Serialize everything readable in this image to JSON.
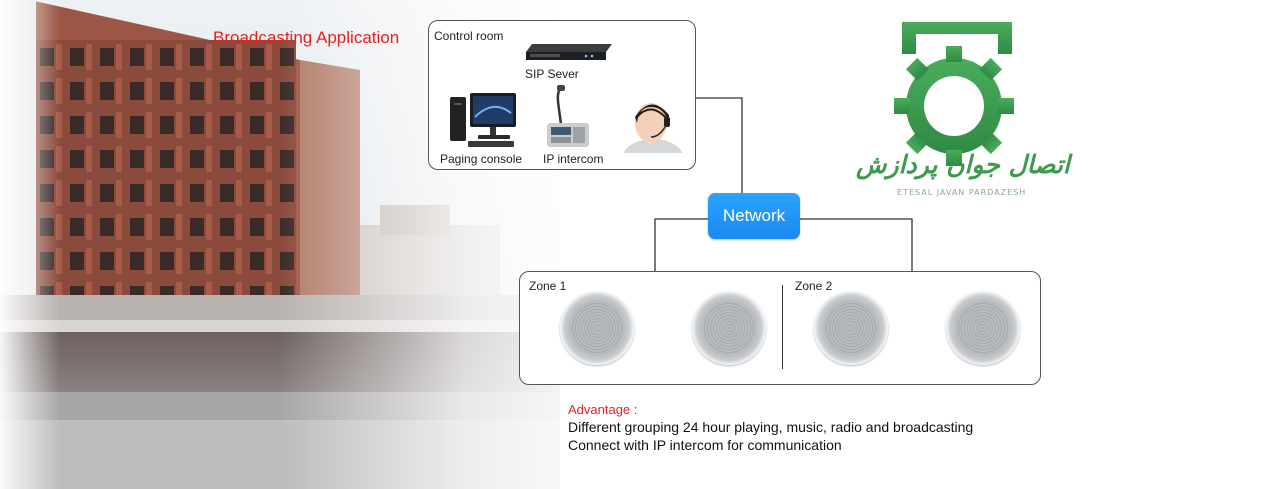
{
  "title": "Broadcasting Application",
  "control_room": {
    "label": "Control room",
    "devices": {
      "sip_server": "SIP  Sever",
      "paging_console": "Paging console",
      "ip_intercom": "IP intercom"
    }
  },
  "network_label": "Network",
  "zones": [
    {
      "label": "Zone 1"
    },
    {
      "label": "Zone 2"
    }
  ],
  "advantage": {
    "heading": "Advantage :",
    "lines": [
      "Different grouping 24 hour playing, music, radio and broadcasting",
      "Connect with IP intercom for communication"
    ]
  },
  "logo": {
    "name_fa": "اتصال جوان پردازش",
    "name_en": "ETESAL JAVAN PARDAZESH"
  },
  "colors": {
    "title_red": "#e8211c",
    "network_blue": "#1a8af0",
    "logo_green": "#3e9a4e"
  }
}
